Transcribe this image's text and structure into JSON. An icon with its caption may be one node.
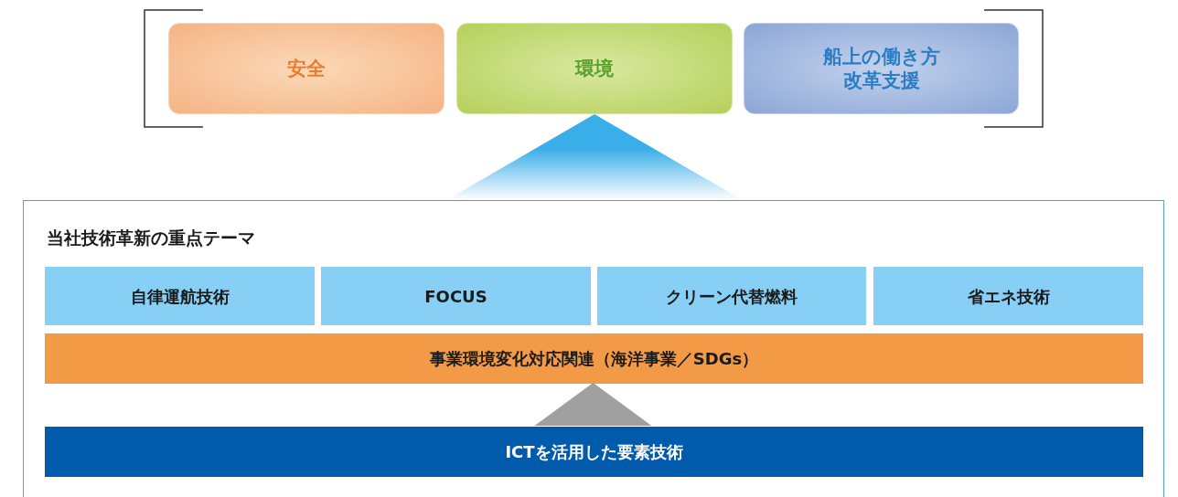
{
  "diagram": {
    "nodes": [
      {
        "text": [
          "安全"
        ]
      },
      {
        "text": [
          "環境"
        ]
      },
      {
        "text": [
          "船上の働き方改革支援"
        ]
      },
      {
        "text": [
          "当社技術革新の重点テーマ"
        ]
      },
      {
        "text": [
          "自律運航技術"
        ],
        "in": 3
      },
      {
        "text": [
          "FOCUS"
        ],
        "in": 3
      },
      {
        "text": [
          "クリーン代替燃料"
        ],
        "in": 3
      },
      {
        "text": [
          "省エネ技術"
        ],
        "in": 3
      },
      {
        "text": [
          "事業環境変化対応関連（海洋事業／SDGs）"
        ],
        "in": 3
      },
      {
        "text": [
          "ICTを活用した要素技術"
        ],
        "in": 3
      }
    ],
    "edges": [
      {
        "from": 3,
        "to": 1,
        "arrow": "to",
        "color": "#3aaee8"
      },
      {
        "from": 9,
        "to": 8,
        "arrow": "to",
        "color": "#a0a0a0"
      }
    ]
  }
}
